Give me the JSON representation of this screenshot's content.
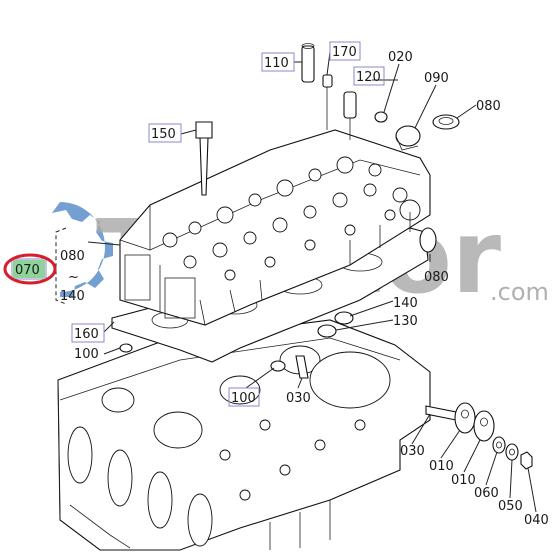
{
  "watermark": {
    "brand": "Traktor",
    "suffix": ".com",
    "color": "#a8a8a8",
    "gear_color": "#5b8fc9"
  },
  "accent": {
    "highlight_circle": "#d81e2c",
    "highlight_fill": "#8fd39a",
    "box_stroke": "#8a8ac8"
  },
  "callouts": {
    "c110": "110",
    "c170": "170",
    "c020": "020",
    "c120": "120",
    "c090": "090",
    "c080_top": "080",
    "c150": "150",
    "c070": "070",
    "c080_left": "080",
    "c140_left": "140",
    "c080_right": "080",
    "c140_right": "140",
    "c130": "130",
    "c160": "160",
    "c100_left": "100",
    "c100_bottom": "100",
    "c030_mid": "030",
    "c030_right": "030",
    "c010_a": "010",
    "c010_b": "010",
    "c060": "060",
    "c050": "050",
    "c040": "040"
  },
  "range_symbol": "~"
}
